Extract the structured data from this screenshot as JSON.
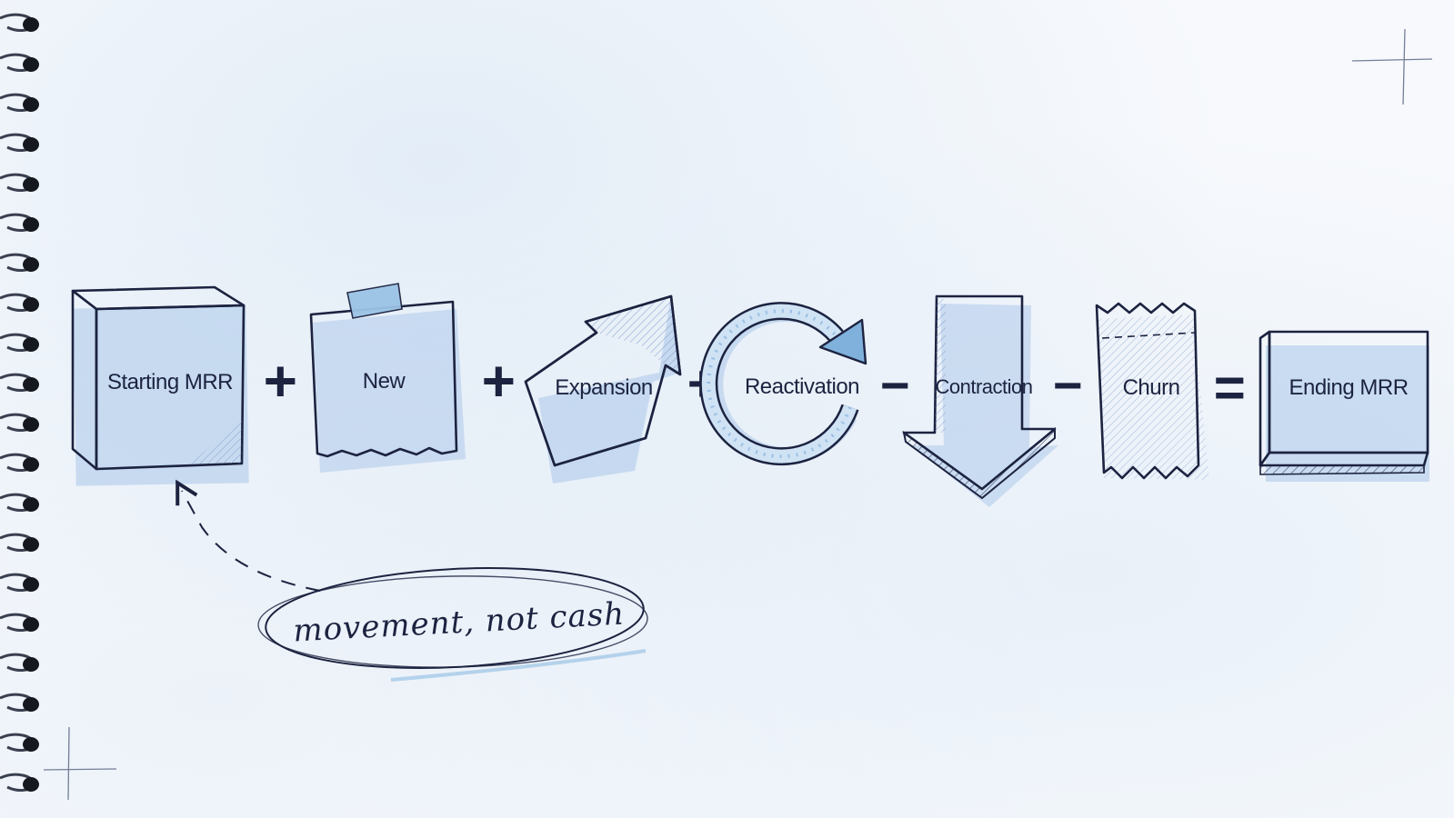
{
  "diagram": {
    "nodes": [
      {
        "id": "starting_mrr",
        "label": "Starting MRR"
      },
      {
        "id": "new",
        "label": "New"
      },
      {
        "id": "expansion",
        "label": "Expansion"
      },
      {
        "id": "reactivation",
        "label": "Reactivation"
      },
      {
        "id": "contraction",
        "label": "Contraction"
      },
      {
        "id": "churn",
        "label": "Churn"
      },
      {
        "id": "ending_mrr",
        "label": "Ending MRR"
      }
    ],
    "operators": [
      "+",
      "+",
      "+",
      "−",
      "−",
      "="
    ],
    "annotation": "movement, not cash"
  },
  "colors": {
    "ink": "#1c2340",
    "light_blue": "#dcecf8",
    "pale_blue": "#e8f2fa",
    "lavender": "#e6e3f6",
    "shadow_blue": "#a9c6ea"
  }
}
